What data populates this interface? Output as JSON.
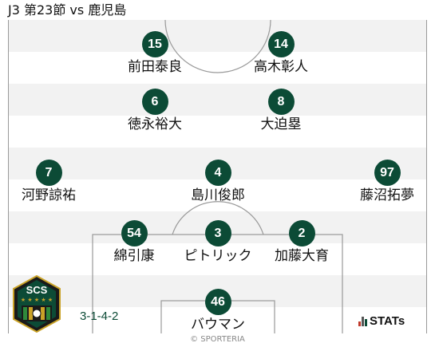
{
  "header": {
    "title": "J3 第23節 vs 鹿児島"
  },
  "players": [
    {
      "number": "15",
      "name": "前田泰良"
    },
    {
      "number": "14",
      "name": "高木彰人"
    },
    {
      "number": "6",
      "name": "徳永裕大"
    },
    {
      "number": "8",
      "name": "大迫塁"
    },
    {
      "number": "7",
      "name": "河野諒祐"
    },
    {
      "number": "4",
      "name": "島川俊郎"
    },
    {
      "number": "97",
      "name": "藤沼拓夢"
    },
    {
      "number": "54",
      "name": "綿引康"
    },
    {
      "number": "3",
      "name": "ピトリック"
    },
    {
      "number": "2",
      "name": "加藤大育"
    },
    {
      "number": "46",
      "name": "バウマン"
    }
  ],
  "formation": "3-1-4-2",
  "crest": {
    "text": "SCS",
    "colors": [
      "#0c4b36",
      "#c9a227"
    ]
  },
  "brand": {
    "label": "STATs",
    "bar_colors": [
      "#c0392b",
      "#555555",
      "#0c4b36"
    ]
  },
  "credit": "© SPORTERIA",
  "colors": {
    "accent": "#0c4b36",
    "stripe": "#f2f2f2"
  }
}
